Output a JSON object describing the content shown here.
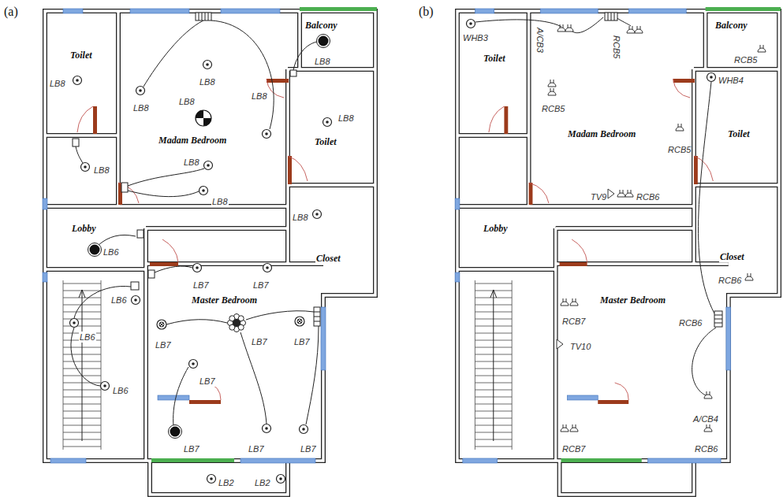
{
  "diagram": {
    "labels": [
      "(a)",
      "Toilet",
      "LB8",
      "Madam Bedroom",
      "LB8",
      "LB8",
      "LB8",
      "LB8",
      "LB8",
      "LB8",
      "LB8",
      "Balcony",
      "LB8",
      "Toilet",
      "LB8",
      "LB8",
      "Closet",
      "Lobby",
      "LB6",
      "LB6",
      "LB6",
      "LB6",
      "Master Bedroom",
      "LB7",
      "LB7",
      "LB7",
      "LB7",
      "LB7",
      "LB7",
      "LB7",
      "LB7",
      "LB7",
      "LB2",
      "LB2",
      "(b)",
      "WHB3",
      "Toilet",
      "A/CB3",
      "RCB5",
      "Balcony",
      "RCB5",
      "WHB4",
      "RCB5",
      "Madam Bedroom",
      "RCB5",
      "Toilet",
      "TV9",
      "RCB6",
      "Lobby",
      "Closet",
      "RCB6",
      "Master Bedroom",
      "RCB6",
      "RCB7",
      "TV10",
      "A/CB4",
      "RCB6",
      "RCB7"
    ]
  }
}
